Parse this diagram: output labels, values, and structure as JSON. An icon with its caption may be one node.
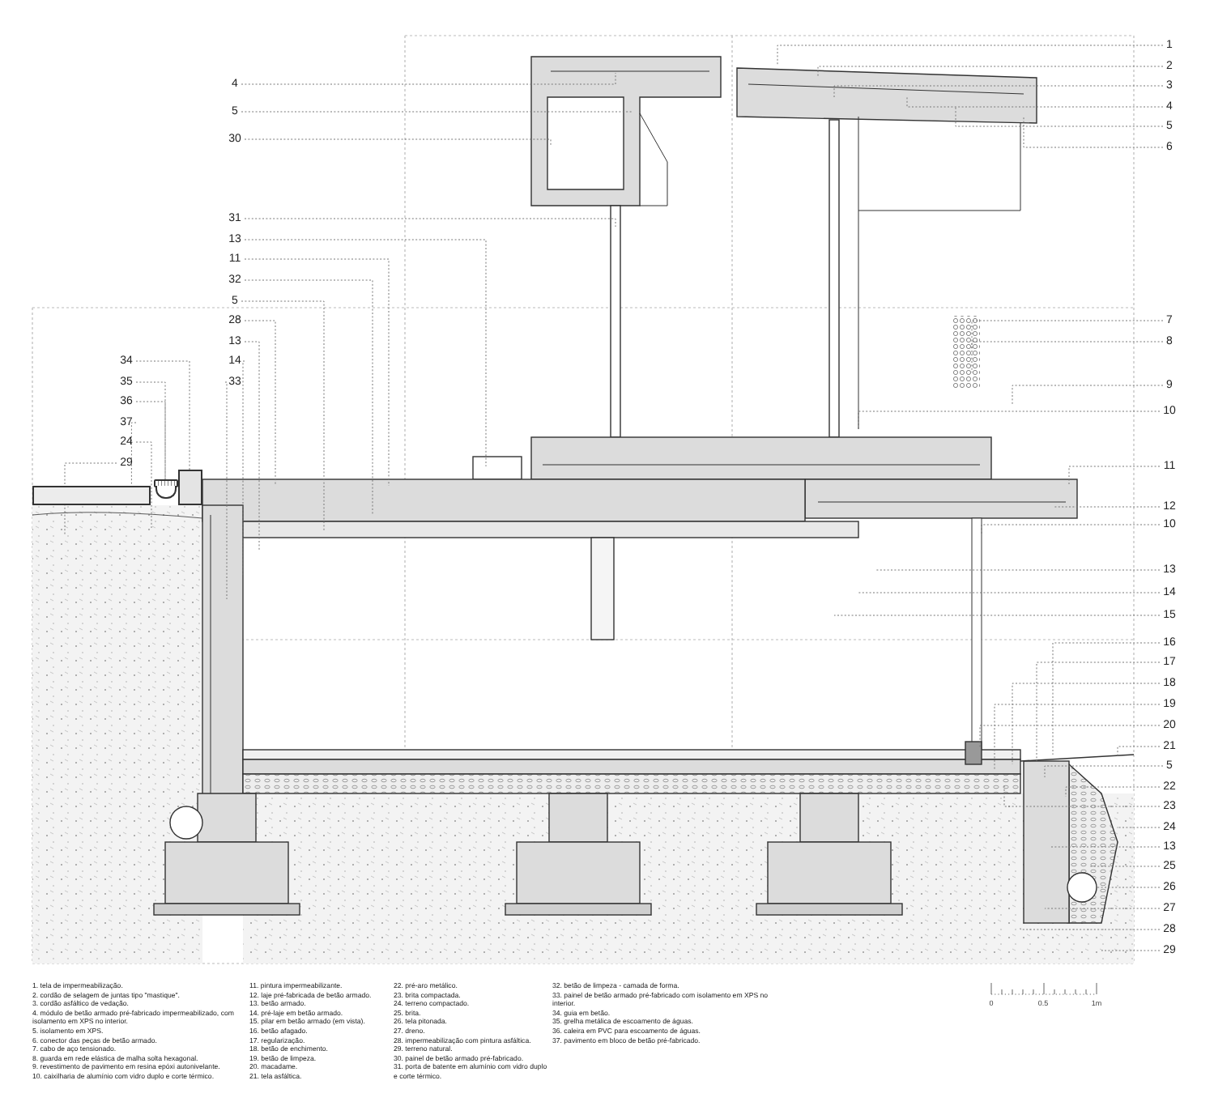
{
  "diagram": {
    "nodes": [
      {
        "text": [
          "4"
        ]
      },
      {
        "text": [
          "5"
        ]
      },
      {
        "text": [
          "30"
        ]
      },
      {
        "text": [
          "31"
        ]
      },
      {
        "text": [
          "13"
        ]
      },
      {
        "text": [
          "11"
        ]
      },
      {
        "text": [
          "32"
        ]
      },
      {
        "text": [
          "5"
        ]
      },
      {
        "text": [
          "28"
        ]
      },
      {
        "text": [
          "13"
        ]
      },
      {
        "text": [
          "14"
        ]
      },
      {
        "text": [
          "33"
        ]
      },
      {
        "text": [
          "34"
        ]
      },
      {
        "text": [
          "35"
        ]
      },
      {
        "text": [
          "36"
        ]
      },
      {
        "text": [
          "37"
        ]
      },
      {
        "text": [
          "24"
        ]
      },
      {
        "text": [
          "29"
        ]
      },
      {
        "text": [
          "1"
        ]
      },
      {
        "text": [
          "2"
        ]
      },
      {
        "text": [
          "3"
        ]
      },
      {
        "text": [
          "4"
        ]
      },
      {
        "text": [
          "5"
        ]
      },
      {
        "text": [
          "6"
        ]
      },
      {
        "text": [
          "7"
        ]
      },
      {
        "text": [
          "8"
        ]
      },
      {
        "text": [
          "9"
        ]
      },
      {
        "text": [
          "10"
        ]
      },
      {
        "text": [
          "11"
        ]
      },
      {
        "text": [
          "12"
        ]
      },
      {
        "text": [
          "10"
        ]
      },
      {
        "text": [
          "13"
        ]
      },
      {
        "text": [
          "14"
        ]
      },
      {
        "text": [
          "15"
        ]
      },
      {
        "text": [
          "16"
        ]
      },
      {
        "text": [
          "17"
        ]
      },
      {
        "text": [
          "18"
        ]
      },
      {
        "text": [
          "19"
        ]
      },
      {
        "text": [
          "20"
        ]
      },
      {
        "text": [
          "21"
        ]
      },
      {
        "text": [
          "5"
        ]
      },
      {
        "text": [
          "22"
        ]
      },
      {
        "text": [
          "23"
        ]
      },
      {
        "text": [
          "24"
        ]
      },
      {
        "text": [
          "13"
        ]
      },
      {
        "text": [
          "25"
        ]
      },
      {
        "text": [
          "26"
        ]
      },
      {
        "text": [
          "27"
        ]
      },
      {
        "text": [
          "28"
        ]
      },
      {
        "text": [
          "29"
        ]
      },
      {
        "text": [],
        "shape": "box"
      },
      {
        "text": [],
        "shape": "bar"
      },
      {
        "text": [],
        "shape": "box"
      },
      {
        "text": [],
        "shape": "box"
      }
    ],
    "edges": [
      {
        "from": 0,
        "to": null,
        "arrow": "none"
      },
      {
        "from": 1,
        "to": null,
        "arrow": "none"
      },
      {
        "from": 2,
        "to": null,
        "arrow": "none"
      },
      {
        "from": 3,
        "to": null,
        "arrow": "none"
      },
      {
        "from": 4,
        "to": null,
        "arrow": "none"
      },
      {
        "from": 5,
        "to": null,
        "arrow": "none"
      },
      {
        "from": 6,
        "to": null,
        "arrow": "none"
      },
      {
        "from": 7,
        "to": null,
        "arrow": "none"
      },
      {
        "from": 8,
        "to": null,
        "arrow": "none"
      },
      {
        "from": 9,
        "to": null,
        "arrow": "none"
      },
      {
        "from": 10,
        "to": null,
        "arrow": "none"
      },
      {
        "from": 11,
        "to": null,
        "arrow": "none"
      },
      {
        "from": 12,
        "to": 50,
        "arrow": "none"
      },
      {
        "from": 13,
        "to": 51,
        "arrow": "none"
      },
      {
        "from": 14,
        "to": 52,
        "arrow": "none"
      },
      {
        "from": 15,
        "to": 53,
        "arrow": "none"
      },
      {
        "from": 16,
        "to": null,
        "arrow": "none"
      },
      {
        "from": 17,
        "to": null,
        "arrow": "none"
      },
      {
        "from": 18,
        "to": null,
        "arrow": "none"
      },
      {
        "from": 19,
        "to": null,
        "arrow": "none"
      },
      {
        "from": 20,
        "to": null,
        "arrow": "none"
      },
      {
        "from": 21,
        "to": null,
        "arrow": "none"
      },
      {
        "from": 22,
        "to": null,
        "arrow": "none"
      },
      {
        "from": 23,
        "to": null,
        "arrow": "none"
      },
      {
        "from": 24,
        "to": null,
        "arrow": "none"
      },
      {
        "from": 25,
        "to": null,
        "arrow": "none"
      },
      {
        "from": 26,
        "to": null,
        "arrow": "none"
      },
      {
        "from": 27,
        "to": null,
        "arrow": "none"
      },
      {
        "from": 28,
        "to": null,
        "arrow": "none"
      },
      {
        "from": 29,
        "to": null,
        "arrow": "none"
      },
      {
        "from": 30,
        "to": null,
        "arrow": "none"
      },
      {
        "from": 31,
        "to": null,
        "arrow": "none"
      },
      {
        "from": 32,
        "to": null,
        "arrow": "none"
      },
      {
        "from": 33,
        "to": null,
        "arrow": "none"
      },
      {
        "from": 34,
        "to": null,
        "arrow": "none"
      },
      {
        "from": 35,
        "to": null,
        "arrow": "none"
      },
      {
        "from": 36,
        "to": null,
        "arrow": "none"
      },
      {
        "from": 37,
        "to": null,
        "arrow": "none"
      },
      {
        "from": 38,
        "to": null,
        "arrow": "none"
      },
      {
        "from": 39,
        "to": null,
        "arrow": "none"
      },
      {
        "from": 40,
        "to": null,
        "arrow": "none"
      },
      {
        "from": 41,
        "to": null,
        "arrow": "none"
      },
      {
        "from": 42,
        "to": null,
        "arrow": "none"
      },
      {
        "from": 43,
        "to": null,
        "arrow": "none"
      },
      {
        "from": 44,
        "to": null,
        "arrow": "none"
      },
      {
        "from": 45,
        "to": null,
        "arrow": "none"
      },
      {
        "from": 46,
        "to": null,
        "arrow": "none"
      },
      {
        "from": 47,
        "to": null,
        "arrow": "none"
      },
      {
        "from": 48,
        "to": null,
        "arrow": "none"
      },
      {
        "from": 49,
        "to": null,
        "arrow": "none"
      }
    ],
    "labels": [
      "1. tela de impermeabilização.",
      "2. cordão de selagem de juntas tipo \"mastique\".",
      "3. cordão asfáltico de vedação.",
      "4. módulo de betão armado pré-fabricado impermeabilizado, com isolamento em XPS no interior.",
      "5. isolamento em XPS.",
      "6. conector das peças de betão armado.",
      "7. cabo de aço tensionado.",
      "8. guarda em rede elástica de malha solta hexagonal.",
      "9. revestimento de pavimento em resina epóxi autonivelante.",
      "10. caixilharia de alumínio com vidro duplo e corte térmico.",
      "11. pintura impermeabilizante.",
      "12. laje pré-fabricada de betão armado.",
      "13. betão armado.",
      "14. pré-laje em betão armado.",
      "15. pilar em betão armado (em vista).",
      "16. betão afagado.",
      "17. regularização.",
      "18. betão de enchimento.",
      "19. betão de limpeza.",
      "20. macadame.",
      "21. tela asfáltica.",
      "22. pré-aro metálico.",
      "23. brita compactada.",
      "24. terreno compactado.",
      "25. brita.",
      "26. tela pitonada.",
      "27. dreno.",
      "28. impermeabilização com pintura asfáltica.",
      "29. terreno natural.",
      "30. painel de betão armado pré-fabricado.",
      "31. porta de batente em alumínio com vidro duplo e corte térmico.",
      "32. betão de limpeza - camada de forma.",
      "33. painel de betão armado pré-fabricado com isolamento em XPS no interior.",
      "34. guia em betão.",
      "35. grelha metálica de escoamento de águas.",
      "36. caleira em PVC para escoamento de águas.",
      "37. pavimento em bloco de betão pré-fabricado.",
      "0",
      "0.5",
      "1m"
    ]
  }
}
